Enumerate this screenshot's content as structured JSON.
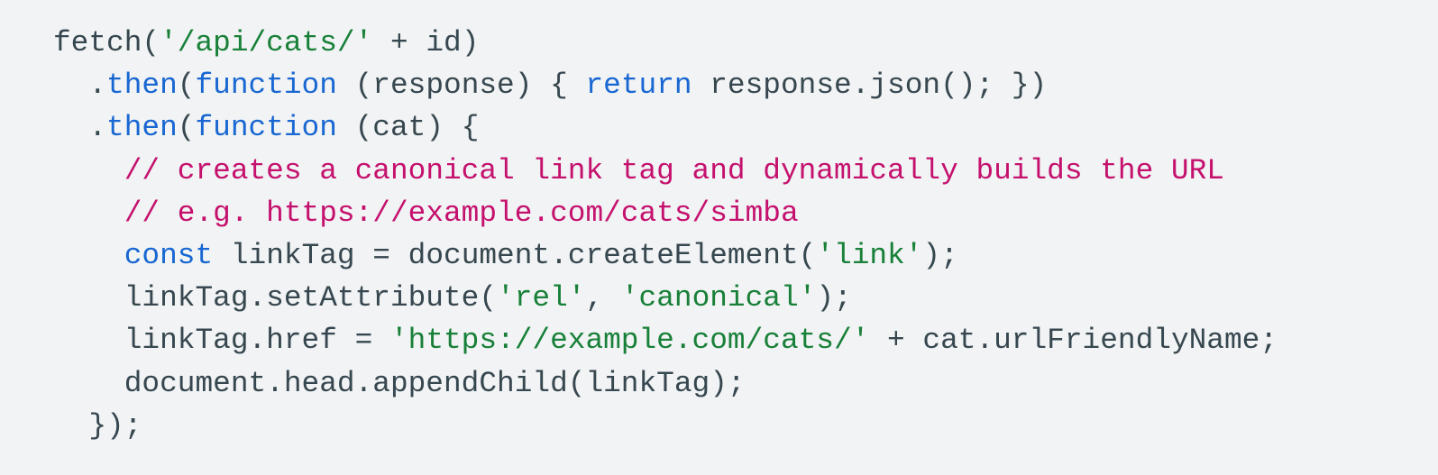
{
  "colors": {
    "background": "#f1f3f4",
    "plain": "#37474f",
    "keyword": "#1967d2",
    "string": "#188038",
    "comment": "#c5116e"
  },
  "code": {
    "language": "javascript",
    "lines": [
      [
        {
          "type": "plain",
          "text": "fetch("
        },
        {
          "type": "str",
          "text": "'/api/cats/'"
        },
        {
          "type": "plain",
          "text": " + id)"
        }
      ],
      [
        {
          "type": "plain",
          "text": "  ."
        },
        {
          "type": "kw",
          "text": "then"
        },
        {
          "type": "plain",
          "text": "("
        },
        {
          "type": "kw",
          "text": "function"
        },
        {
          "type": "plain",
          "text": " (response) { "
        },
        {
          "type": "kw",
          "text": "return"
        },
        {
          "type": "plain",
          "text": " response.json(); })"
        }
      ],
      [
        {
          "type": "plain",
          "text": "  ."
        },
        {
          "type": "kw",
          "text": "then"
        },
        {
          "type": "plain",
          "text": "("
        },
        {
          "type": "kw",
          "text": "function"
        },
        {
          "type": "plain",
          "text": " (cat) {"
        }
      ],
      [
        {
          "type": "plain",
          "text": "    "
        },
        {
          "type": "com",
          "text": "// creates a canonical link tag and dynamically builds the URL"
        }
      ],
      [
        {
          "type": "plain",
          "text": "    "
        },
        {
          "type": "com",
          "text": "// e.g. https://example.com/cats/simba"
        }
      ],
      [
        {
          "type": "plain",
          "text": "    "
        },
        {
          "type": "kw",
          "text": "const"
        },
        {
          "type": "plain",
          "text": " linkTag = document.createElement("
        },
        {
          "type": "str",
          "text": "'link'"
        },
        {
          "type": "plain",
          "text": ");"
        }
      ],
      [
        {
          "type": "plain",
          "text": "    linkTag.setAttribute("
        },
        {
          "type": "str",
          "text": "'rel'"
        },
        {
          "type": "plain",
          "text": ", "
        },
        {
          "type": "str",
          "text": "'canonical'"
        },
        {
          "type": "plain",
          "text": ");"
        }
      ],
      [
        {
          "type": "plain",
          "text": "    linkTag.href = "
        },
        {
          "type": "str",
          "text": "'https://example.com/cats/'"
        },
        {
          "type": "plain",
          "text": " + cat.urlFriendlyName;"
        }
      ],
      [
        {
          "type": "plain",
          "text": "    document.head.appendChild(linkTag);"
        }
      ],
      [
        {
          "type": "plain",
          "text": "  });"
        }
      ]
    ]
  }
}
